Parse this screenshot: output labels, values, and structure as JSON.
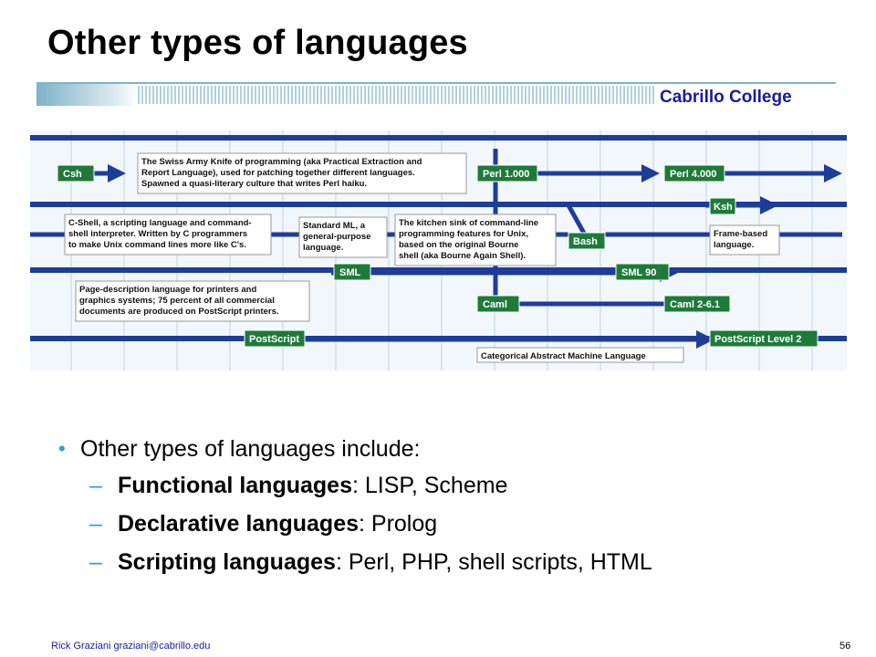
{
  "title": "Other types of languages",
  "brand": "Cabrillo College",
  "colors": {
    "accent": "#2aa0c8",
    "brand": "#1a1aa0",
    "timeline_bar": "#1e3c9a",
    "box_green": "#1f7a3a"
  },
  "timeline": {
    "boxes": [
      {
        "id": "csh",
        "text": "Csh"
      },
      {
        "id": "perl1",
        "text": "Perl 1.000"
      },
      {
        "id": "perl4",
        "text": "Perl 4.000"
      },
      {
        "id": "ksh",
        "text": "Ksh"
      },
      {
        "id": "bash",
        "text": "Bash"
      },
      {
        "id": "sml",
        "text": "SML"
      },
      {
        "id": "sml90",
        "text": "SML 90"
      },
      {
        "id": "caml",
        "text": "Caml"
      },
      {
        "id": "caml261",
        "text": "Caml 2-6.1"
      },
      {
        "id": "postscript",
        "text": "PostScript"
      },
      {
        "id": "ps2",
        "text": "PostScript Level 2"
      }
    ],
    "notes": [
      {
        "id": "perl",
        "lines": [
          "The Swiss Army Knife of programming (aka Practical Extraction and",
          "Report Language), used for patching together different languages.",
          "Spawned a quasi-literary culture that writes Perl haiku."
        ]
      },
      {
        "id": "cshell",
        "lines": [
          "C-Shell, a scripting language and command-",
          "shell interpreter. Written by C programmers",
          "to make Unix command lines more like C's."
        ]
      },
      {
        "id": "sml",
        "lines": [
          "Standard ML, a",
          "general-purpose",
          "language."
        ]
      },
      {
        "id": "bash",
        "lines": [
          "The kitchen sink of command-line",
          "programming features for Unix,",
          "based on the original Bourne",
          "shell (aka Bourne Again Shell)."
        ]
      },
      {
        "id": "ksh",
        "lines": [
          "Frame-based",
          "language."
        ]
      },
      {
        "id": "postscript",
        "lines": [
          "Page-description language for printers and",
          "graphics systems; 75 percent of all commercial",
          "documents are produced on PostScript printers."
        ]
      },
      {
        "id": "caml",
        "lines": [
          "Categorical Abstract Machine Language"
        ]
      }
    ]
  },
  "bullets": {
    "main": "Other types of languages include:",
    "sub": [
      {
        "term": "Functional languages",
        "rest": ": LISP, Scheme"
      },
      {
        "term": "Declarative languages",
        "rest": ": Prolog"
      },
      {
        "term": "Scripting languages",
        "rest": ": Perl, PHP, shell scripts, HTML"
      }
    ]
  },
  "footer": "Rick Graziani  graziani@cabrillo.edu",
  "page_number": "56"
}
